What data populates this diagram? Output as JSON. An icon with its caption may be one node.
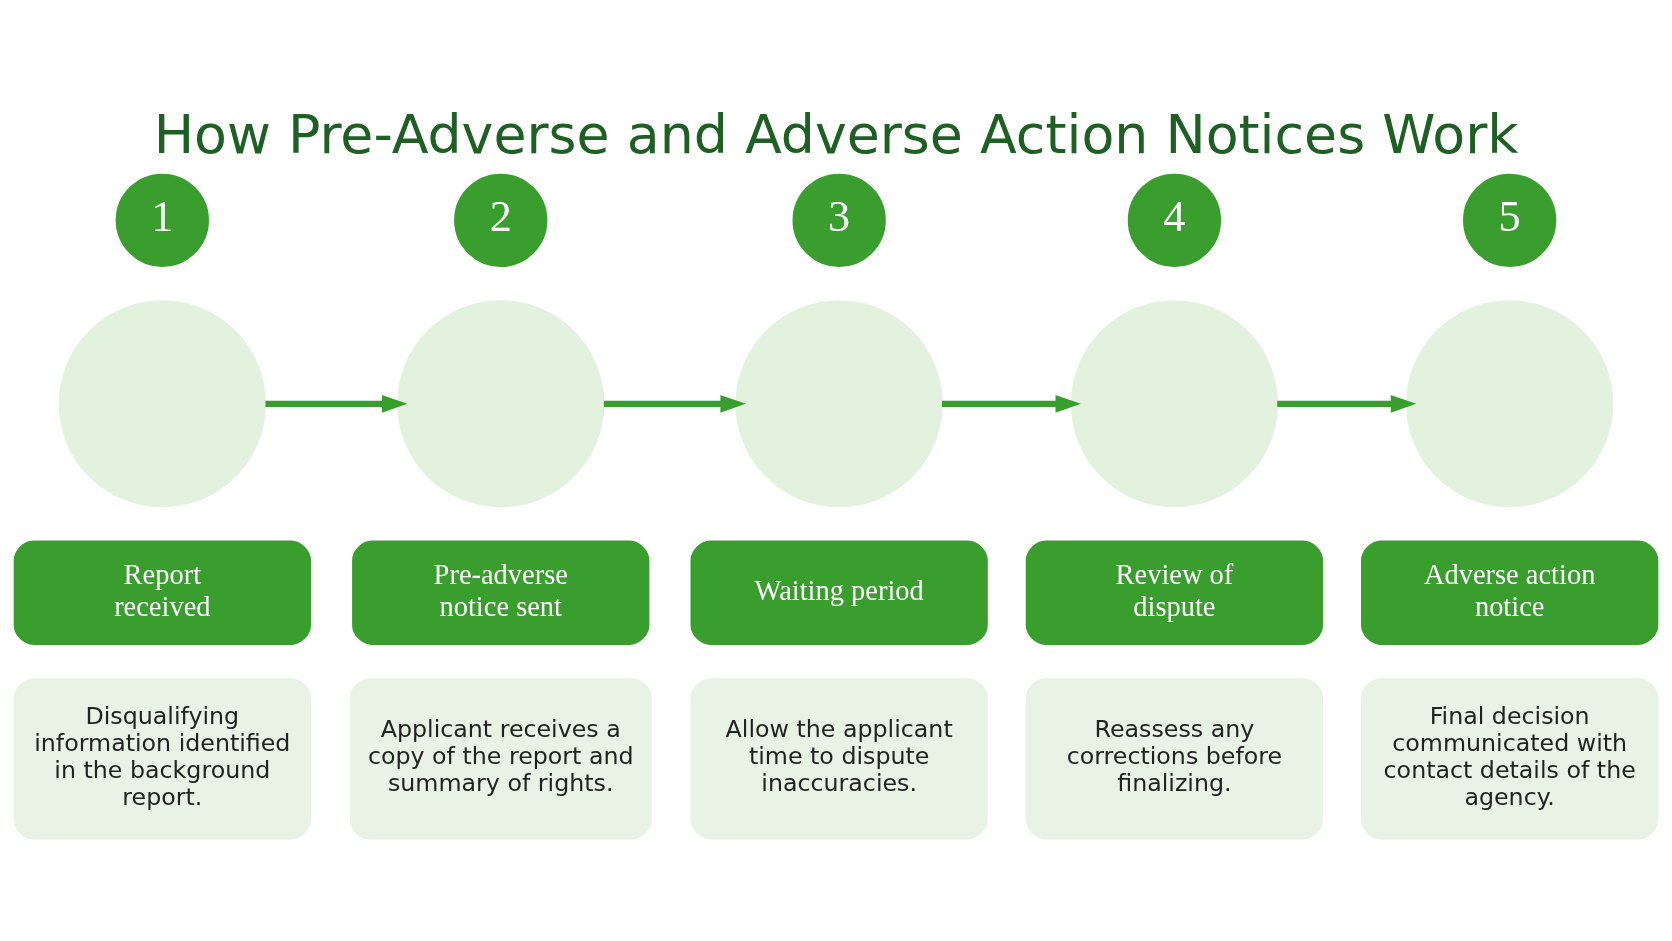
{
  "diagram": {
    "title": "How Pre-Adverse and Adverse Action Notices Work",
    "nodes": [
      {
        "text": [
          "1"
        ]
      },
      {
        "text": [],
        "shape": "circle"
      },
      {
        "text": [
          "Report received"
        ]
      },
      {
        "text": [
          "Disqualifying information identified in the background report."
        ]
      },
      {
        "text": [
          "2"
        ]
      },
      {
        "text": [],
        "shape": "circle"
      },
      {
        "text": [
          "Pre-adverse notice sent"
        ]
      },
      {
        "text": [
          "Applicant receives a copy of the report and summary of rights."
        ]
      },
      {
        "text": [
          "3"
        ]
      },
      {
        "text": [],
        "shape": "circle"
      },
      {
        "text": [
          "Waiting period"
        ]
      },
      {
        "text": [
          "Allow the applicant time to dispute inaccuracies."
        ]
      },
      {
        "text": [
          "4"
        ]
      },
      {
        "text": [],
        "shape": "circle"
      },
      {
        "text": [
          "Review of dispute"
        ]
      },
      {
        "text": [
          "Reassess any corrections before finalizing."
        ]
      },
      {
        "text": [
          "5"
        ]
      },
      {
        "text": [],
        "shape": "circle"
      },
      {
        "text": [
          "Adverse action notice"
        ]
      },
      {
        "text": [
          "Final decision communicated with contact details of the agency."
        ]
      }
    ],
    "edges": [
      {
        "from": 1,
        "to": 5,
        "arrow": "to"
      },
      {
        "from": 5,
        "to": 9,
        "arrow": "to"
      },
      {
        "from": 9,
        "to": 13,
        "arrow": "to"
      },
      {
        "from": 13,
        "to": 17,
        "arrow": "to"
      }
    ]
  }
}
